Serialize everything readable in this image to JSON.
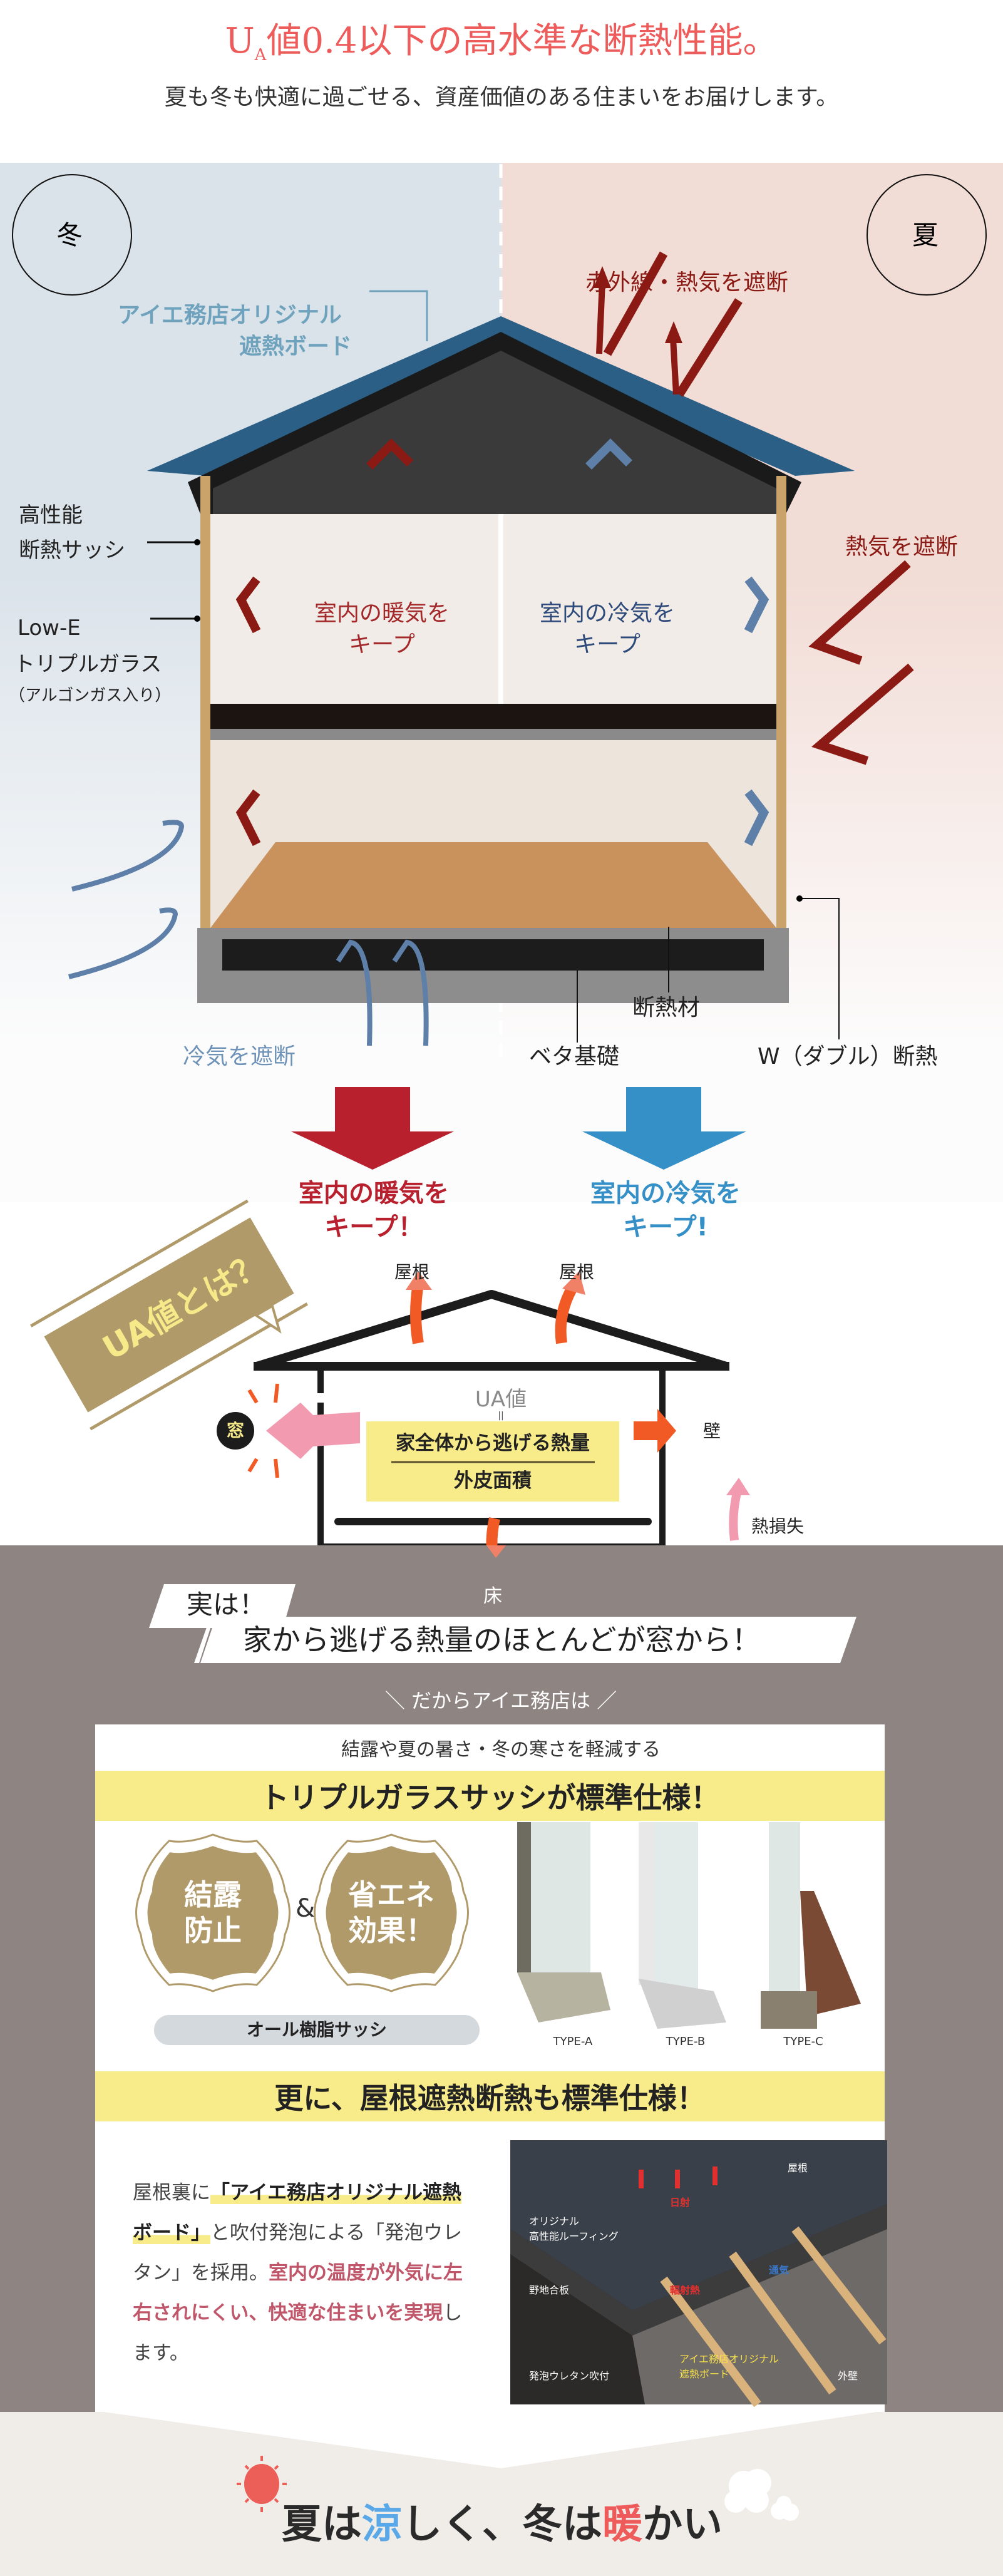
{
  "header": {
    "title_ua": "U",
    "title_sub": "A",
    "title_rest": "値0.4以下の高水準な断熱性能。",
    "subtitle": "夏も冬も快適に過ごせる、資産価値のある住まいをお届けします。"
  },
  "diagram": {
    "winter": "冬",
    "summer": "夏",
    "board_line1": "アイエ務店オリジナル",
    "board_line2": "遮熱ボード",
    "infrared": "赤外線・熱気を遮断",
    "sash_line1": "高性能",
    "sash_line2": "断熱サッシ",
    "glass_line1": "Low-E",
    "glass_line2": "トリプルガラス",
    "glass_line3": "（アルゴンガス入り）",
    "warm_keep_1": "室内の暖気を",
    "warm_keep_2": "キープ",
    "cool_keep_1": "室内の冷気を",
    "cool_keep_2": "キープ",
    "heat_block": "熱気を遮断",
    "cold_block": "冷気を遮断",
    "insulation": "断熱材",
    "foundation": "ベタ基礎",
    "double": "W（ダブル）断熱",
    "colors": {
      "winter_bg": "#dbe3ea",
      "summer_bg": "#f2dcd6",
      "warm": "#a3282a",
      "cool": "#5d7fa8"
    }
  },
  "keep": {
    "warm_1": "室内の暖気を",
    "warm_2": "キープ！",
    "cool_1": "室内の冷気を",
    "cool_2": "キープ!",
    "warm_color": "#b9202e",
    "cool_color": "#3590c8"
  },
  "ua": {
    "banner": "UA値とは？",
    "ua_label": "UA値",
    "equals": "||",
    "numerator": "家全体から逃げる熱量",
    "denominator": "外皮面積",
    "window": "窓",
    "roof1": "屋根",
    "roof2": "屋根",
    "wall": "壁",
    "heat_loss": "熱損失",
    "floor": "床"
  },
  "fact": {
    "line1": "実は！",
    "line2": "家から逃げる熱量のほとんどが窓から！",
    "lead": "だからアイエ務店は"
  },
  "triple": {
    "intro": "結露や夏の暑さ・冬の寒さを軽減する",
    "heading": "トリプルガラスサッシが標準仕様！",
    "badge1_l1": "結露",
    "badge1_l2": "防止",
    "amp": "&",
    "badge2_l1": "省エネ",
    "badge2_l2": "効果！",
    "pill": "オール樹脂サッシ",
    "types": [
      "TYPE-A",
      "TYPE-B",
      "TYPE-C"
    ]
  },
  "roof": {
    "heading": "更に、屋根遮熱断熱も標準仕様！",
    "para": {
      "p1": "屋根裏に",
      "h1": "「アイエ務店オリジナル遮熱ボード」",
      "p2": "と吹付発泡による「発泡ウレタン」を採用。",
      "k1": "室内の温度が外気に左右されにくい、快適な住まいを実現",
      "p3": "します。"
    },
    "photo_labels": {
      "roof": "屋根",
      "sun": "日射",
      "roofing_1": "オリジナル",
      "roofing_2": "高性能ルーフィング",
      "plywood": "野地合板",
      "radiant": "輻射熱",
      "vent": "通気",
      "urethane": "発泡ウレタン吹付",
      "board_1": "アイエ務店オリジナル",
      "board_2": "遮熱ボード",
      "wall": "外壁"
    }
  },
  "footer": {
    "a": "夏は",
    "b": "涼",
    "c": "しく、冬は",
    "d": "暖",
    "e": "かい",
    "cool_color": "#5aa8e8",
    "warm_color": "#ee5b5b"
  }
}
